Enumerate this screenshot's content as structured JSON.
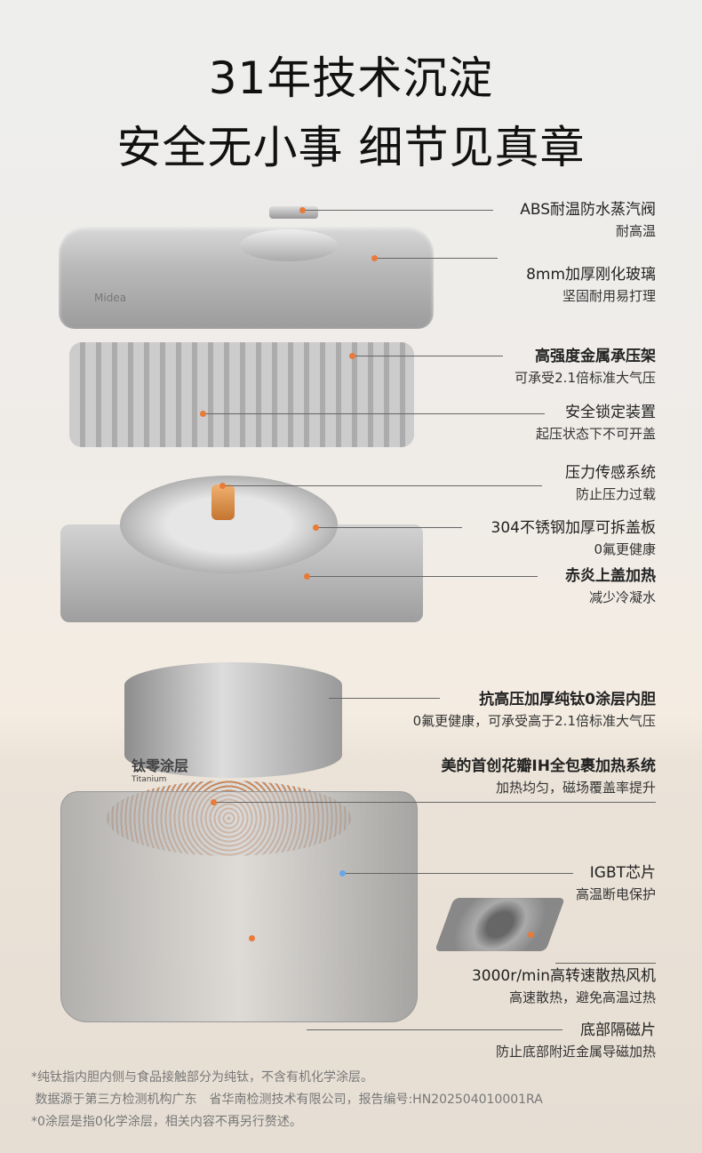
{
  "title_line1": "31年技术沉淀",
  "title_line2": "安全无小事 细节见真章",
  "features": [
    {
      "title": "ABS耐温防水蒸汽阀",
      "desc": "耐高温"
    },
    {
      "title": "8mm加厚刚化玻璃",
      "desc": "坚固耐用易打理"
    },
    {
      "title": "高强度金属承压架",
      "desc": "可承受2.1倍标准大气压"
    },
    {
      "title": "安全锁定装置",
      "desc": "起压状态下不可开盖"
    },
    {
      "title": "压力传感系统",
      "desc": "防止压力过载"
    },
    {
      "title": "304不锈钢加厚可拆盖板",
      "desc": "0氟更健康"
    },
    {
      "title": "赤炎上盖加热",
      "desc": "减少冷凝水"
    },
    {
      "title": "抗高压加厚纯钛0涂层内胆",
      "desc": "0氟更健康，可承受高于2.1倍标准大气压"
    },
    {
      "title": "美的首创花瓣IH全包裹加热系统",
      "desc": "加热均匀，磁场覆盖率提升"
    },
    {
      "title": "IGBT芯片",
      "desc": "高温断电保护"
    },
    {
      "title": "3000r/min高转速散热风机",
      "desc": "高速散热，避免高温过热"
    },
    {
      "title": "底部隔磁片",
      "desc": "防止底部附近金属导磁加热"
    }
  ],
  "product": {
    "brand": "Midea",
    "pot_badge": "钛零涂层",
    "pot_badge_en": "Titanium"
  },
  "footnotes": [
    "*纯钛指内胆内侧与食品接触部分为纯钛，不含有机化学涂层。",
    " 数据源于第三方检测机构广东　省华南检测技术有限公司，报告编号:HN202504010001RA",
    "*0涂层是指0化学涂层，相关内容不再另行赘述。"
  ],
  "colors": {
    "accent_dot": "#e87a3a",
    "copper": "#c8885a"
  }
}
